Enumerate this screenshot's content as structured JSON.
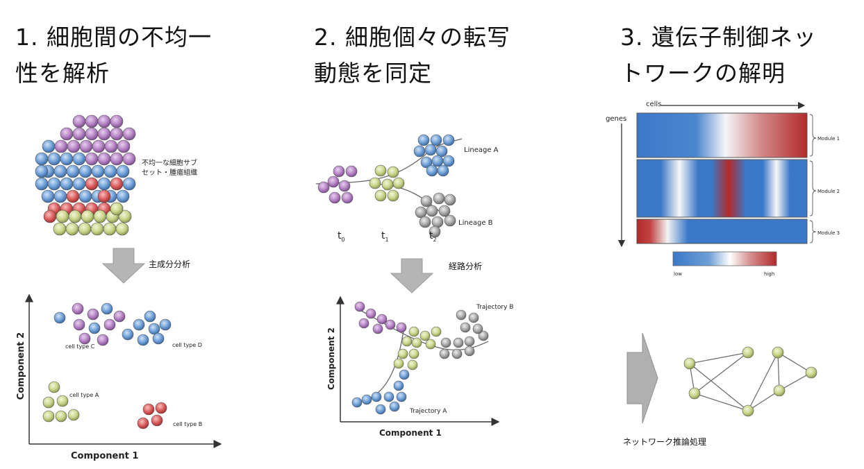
{
  "columns": [
    {
      "title_line1": "1. 細胞間の不均一",
      "title_line2": "性を解析"
    },
    {
      "title_line1": "2. 細胞個々の転写",
      "title_line2": "動態を同定"
    },
    {
      "title_line1": "3. 遺伝子制御ネッ",
      "title_line2": "トワークの解明"
    }
  ],
  "panel1": {
    "cluster_label_line1": "不均一な細胞サブ",
    "cluster_label_line2": "セット・腫瘍組織",
    "arrow_label": "主成分分析",
    "x_axis": "Component 1",
    "y_axis": "Component 2",
    "cell_types": [
      "cell type A",
      "cell type B",
      "cell type C",
      "cell type D"
    ]
  },
  "panel2": {
    "lineage_a": "Lineage A",
    "lineage_b": "Lineage B",
    "t0": "t",
    "t0_sub": "0",
    "t1": "t",
    "t1_sub": "1",
    "t2": "t",
    "t2_sub": "2",
    "arrow_label": "経路分析",
    "trajectory_a": "Trajectory A",
    "trajectory_b": "Trajectory B",
    "x_axis": "Component 1",
    "y_axis": "Component 2"
  },
  "panel3": {
    "cells_label": "cells",
    "genes_label": "genes",
    "modules": [
      "Module 1",
      "Module 2",
      "Module 3"
    ],
    "low_label": "low",
    "high_label": "high",
    "network_label": "ネットワーク推論処理"
  },
  "colors": {
    "purple": "#b583c4",
    "blue": "#6e9fd6",
    "red": "#db5c5c",
    "yellow": "#c9d48a",
    "gray": "#a8a8a8",
    "heat_low": "#3b78c8",
    "heat_high": "#b22a2a",
    "arrow": "#b5b5b5"
  }
}
